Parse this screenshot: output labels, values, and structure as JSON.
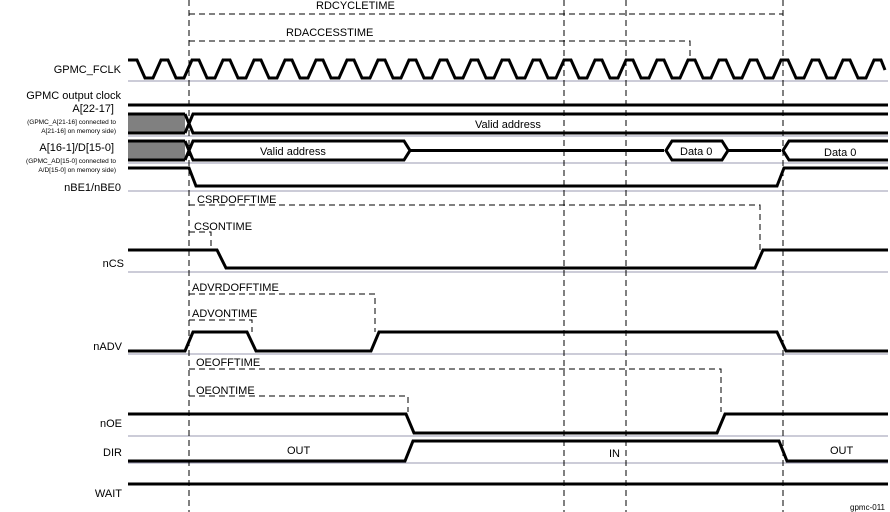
{
  "figure_id": "gpmc-011",
  "timing_params": {
    "rdcycletime": "RDCYCLETIME",
    "rdaccesstime": "RDACCESSTIME",
    "csrdofftime": "CSRDOFFTIME",
    "csontime": "CSONTIME",
    "advrdofftime": "ADVRDOFFTIME",
    "advontime": "ADVONTIME",
    "oeofftime": "OEOFFTIME",
    "oeontime": "OEONTIME"
  },
  "signals": {
    "fclk": "GPMC_FCLK",
    "outclk": "GPMC output clock",
    "addr_hi": "A[22-17]",
    "addr_hi_note1": "(GPMC_A[21-16] connected to",
    "addr_hi_note2": "A[21-16] on memory side)",
    "addr_lo": "A[16-1]/D[15-0]",
    "addr_lo_note1": "(GPMC_AD[15-0] connected to",
    "addr_lo_note2": "A/D[15-0] on memory side)",
    "nbe": "nBE1/nBE0",
    "ncs": "nCS",
    "nadv": "nADV",
    "noe": "nOE",
    "dir": "DIR",
    "wait": "WAIT"
  },
  "bus_values": {
    "addr_hi_valid": "Valid address",
    "addr_lo_valid": "Valid address",
    "data0_a": "Data 0",
    "data0_b": "Data 0"
  },
  "dir_values": {
    "out1": "OUT",
    "in": "IN",
    "out2": "OUT"
  },
  "colors": {
    "signal": "#000000",
    "baseline": "#9a98b0",
    "undefined_fill": "#808080"
  }
}
